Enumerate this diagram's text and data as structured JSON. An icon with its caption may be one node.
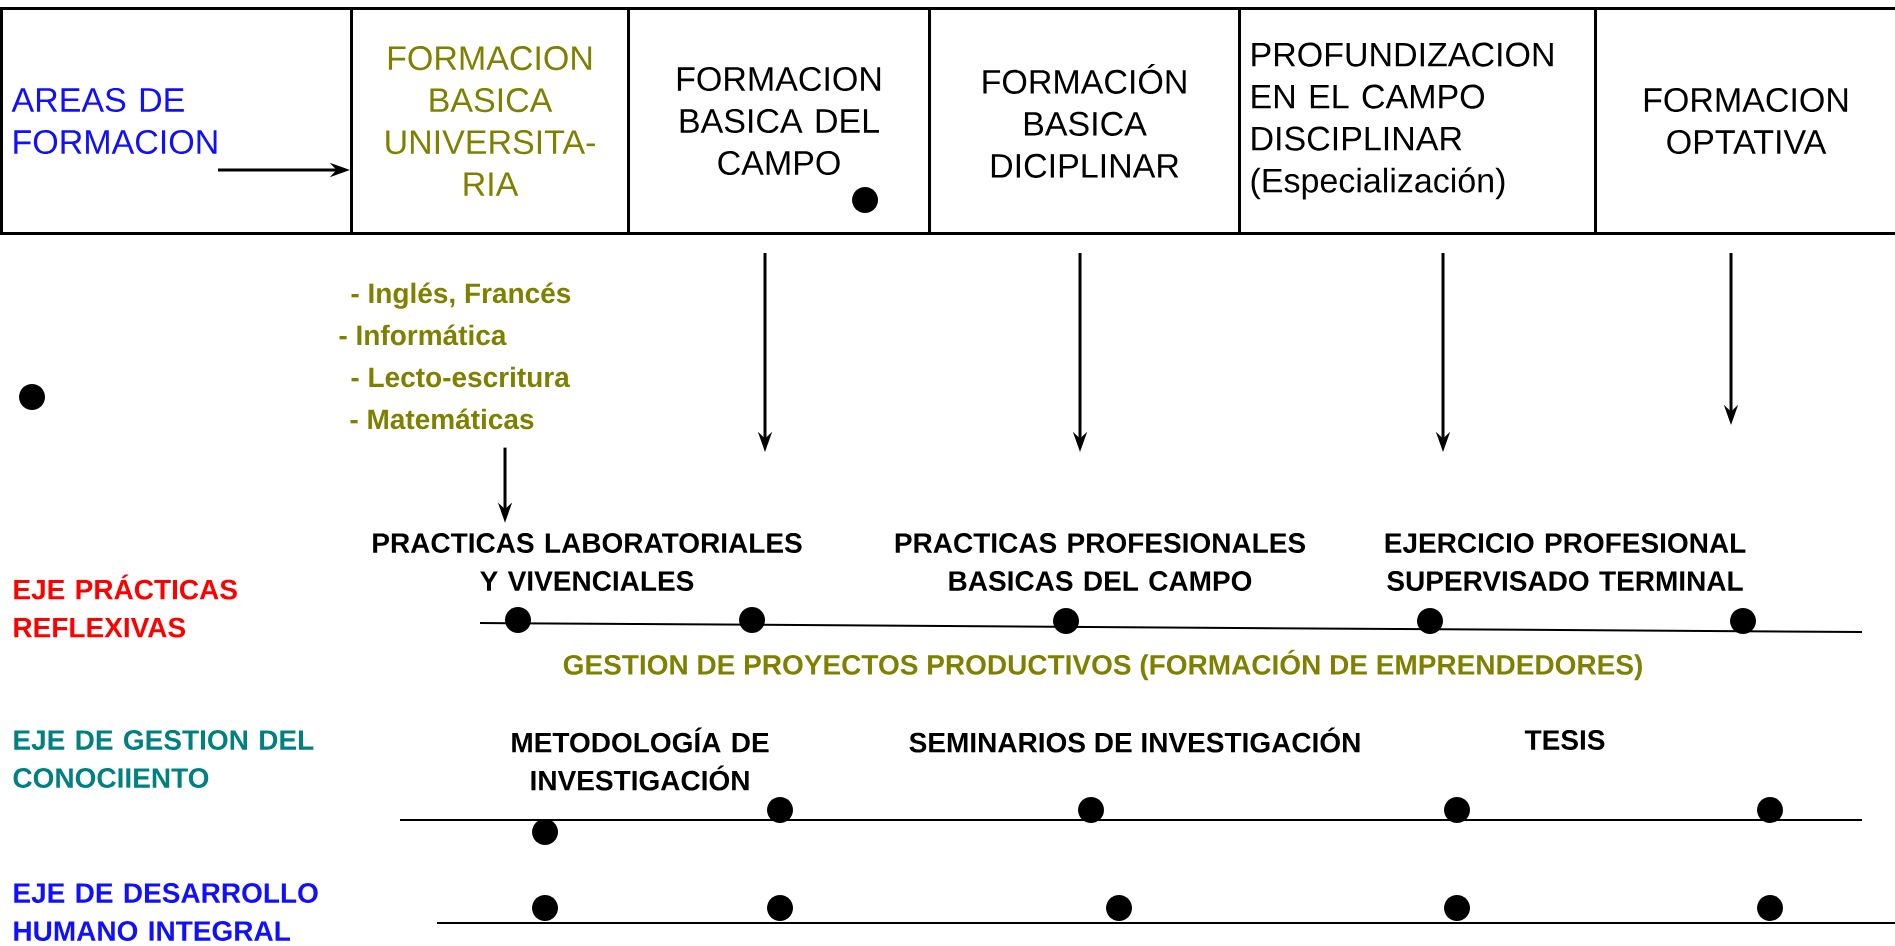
{
  "diagram": {
    "nodes": [
      {
        "text": [
          "AREAS DE FORMACION"
        ]
      },
      {
        "text": [
          "FORMACION BASICA UNIVERSITA- RIA"
        ]
      },
      {
        "text": [
          "FORMACION BASICA  DEL CAMPO"
        ]
      },
      {
        "text": [
          "FORMACIÓN BASICA DICIPLINAR"
        ]
      },
      {
        "text": [
          "PROFUNDIZACION EN EL CAMPO DISCIPLINAR (Especialización)"
        ]
      },
      {
        "text": [
          "FORMACION OPTATIVA"
        ]
      },
      {
        "text": [
          "- Inglés, Francés",
          "- Informática",
          "- Lecto-escritura",
          "- Matemáticas"
        ]
      },
      {
        "text": [
          "PRACTICAS LABORATORIALES Y VIVENCIALES"
        ]
      }
    ],
    "edges": [
      {
        "from": 0,
        "to": 1,
        "arrow": "to"
      },
      {
        "from": 2,
        "to": null,
        "arrow": "to"
      },
      {
        "from": 3,
        "to": null,
        "arrow": "to"
      },
      {
        "from": 4,
        "to": null,
        "arrow": "to"
      },
      {
        "from": 5,
        "to": null,
        "arrow": "to"
      },
      {
        "from": 6,
        "to": 7,
        "arrow": "to"
      }
    ],
    "labels": [
      "EJE PRÁCTICAS REFLEXIVAS",
      "PRACTICAS PROFESIONALES BASICAS DEL CAMPO",
      "EJERCICIO PROFESIONAL SUPERVISADO TERMINAL",
      "GESTION DE PROYECTOS PRODUCTIVOS (FORMACIÓN DE EMPRENDEDORES)",
      "EJE DE GESTION DEL CONOCIIENTO",
      "METODOLOGÍA DE INVESTIGACIÓN",
      "SEMINARIOS DE INVESTIGACIÓN",
      "TESIS",
      "EJE DE DESARROLLO HUMANO INTEGRAL"
    ]
  }
}
